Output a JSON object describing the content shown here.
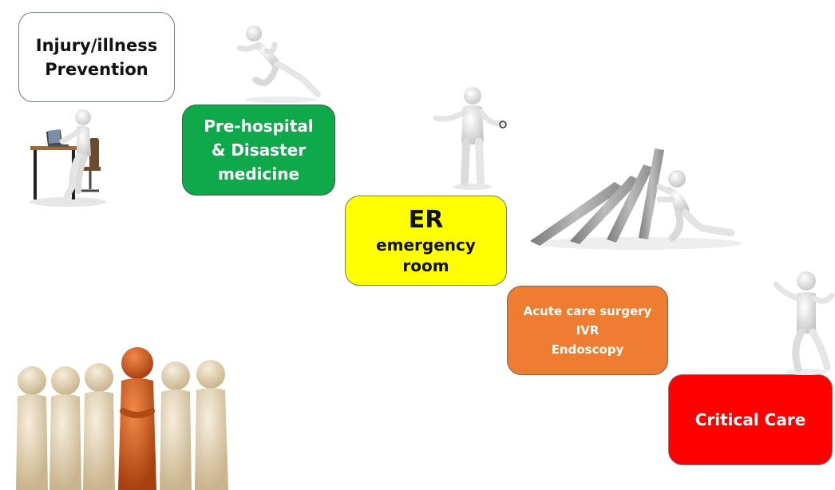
{
  "stages": [
    {
      "lines": [
        "Injury/illness",
        "Prevention"
      ],
      "fill": "#ffffff"
    },
    {
      "lines": [
        "Pre-hospital",
        "& Disaster",
        "medicine"
      ],
      "fill": "#0fa84a"
    },
    {
      "lines": [
        "ER",
        "emergency",
        "room"
      ],
      "fill": "#ffff00"
    },
    {
      "lines": [
        "Acute care surgery",
        "IVR",
        "Endoscopy"
      ],
      "fill": "#ee7d31"
    },
    {
      "lines": [
        "Critical Care"
      ],
      "fill": "#ff0000"
    }
  ],
  "figures": {
    "white": "#f2f2f2",
    "highlight": "#d9521a",
    "team": "#e8d8bc"
  }
}
